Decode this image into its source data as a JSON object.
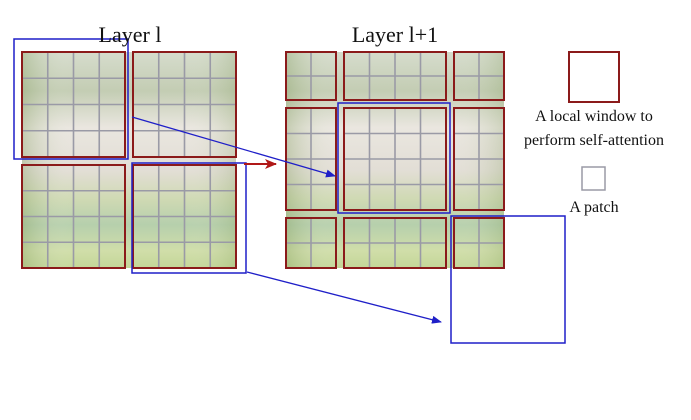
{
  "titles": {
    "layer_l": "Layer l",
    "layer_l1": "Layer l+1"
  },
  "legend": {
    "window_line1": "A local window to",
    "window_line2": "perform self-attention",
    "patch": "A patch"
  },
  "colors": {
    "window_border": "#8b1a1a",
    "patch_grid": "#9a9aa6",
    "shift_box": "#1f1fc8",
    "arrow_red": "#b01818"
  }
}
